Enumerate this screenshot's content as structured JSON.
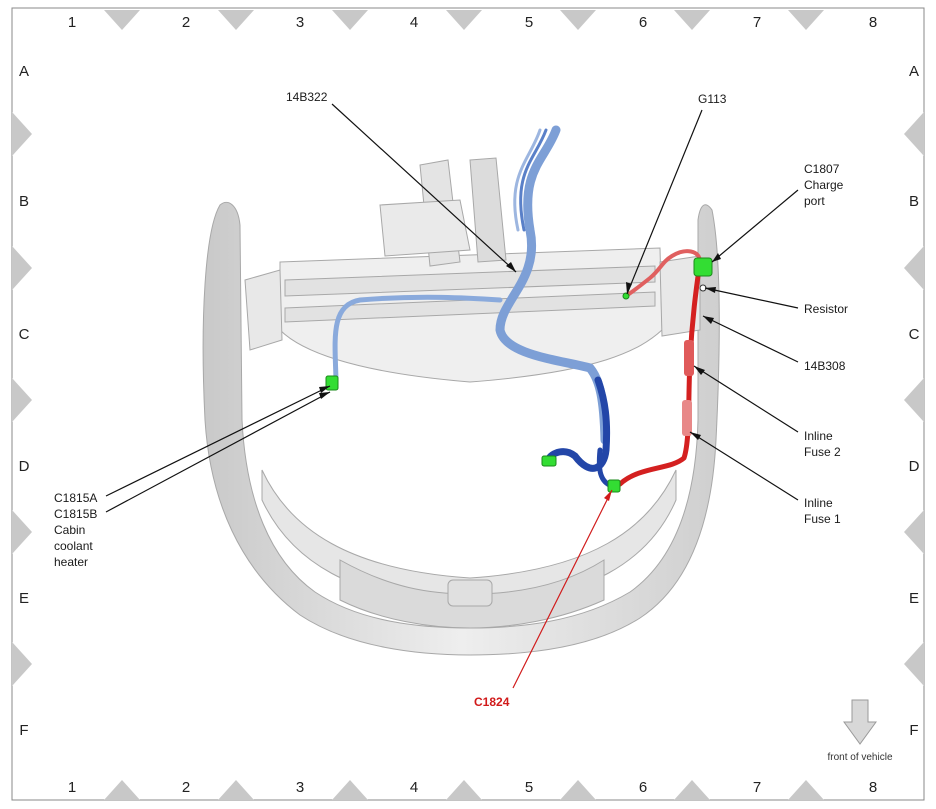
{
  "grid": {
    "columns": [
      "1",
      "2",
      "3",
      "4",
      "5",
      "6",
      "7",
      "8"
    ],
    "rows": [
      "A",
      "B",
      "C",
      "D",
      "E",
      "F"
    ]
  },
  "callouts": {
    "harness_14b322": "14B322",
    "ground_g113": "G113",
    "c1807_line1": "C1807",
    "c1807_line2": "Charge",
    "c1807_line3": "port",
    "resistor": "Resistor",
    "harness_14b308": "14B308",
    "inline_fuse_2_line1": "Inline",
    "inline_fuse_2_line2": "Fuse 2",
    "inline_fuse_1_line1": "Inline",
    "inline_fuse_1_line2": "Fuse 1",
    "c1815a": "C1815A",
    "c1815b": "C1815B",
    "c1815_desc_line1": "Cabin",
    "c1815_desc_line2": "coolant",
    "c1815_desc_line3": "heater",
    "c1824": "C1824"
  },
  "legend": {
    "front_of_vehicle": "front of vehicle",
    "arrow_icon": "down-arrow-icon"
  },
  "colors": {
    "harness_blue_light": "#7d9fd6",
    "harness_blue_dark": "#2346a8",
    "harness_red": "#d42020",
    "connector_green": "#33dd33",
    "highlight_red": "#d11a1a",
    "frame_grey": "#c8c8c8"
  }
}
